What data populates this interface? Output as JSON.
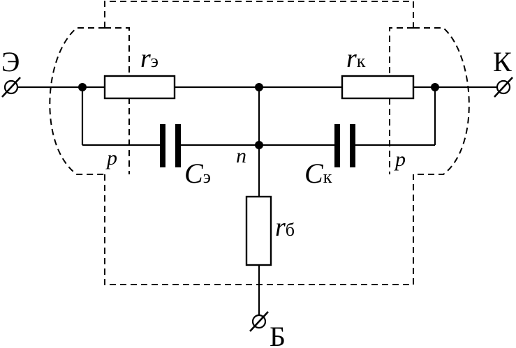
{
  "terminals": {
    "emitter": "Э",
    "collector": "К",
    "base": "Б"
  },
  "resistors": {
    "emitter": {
      "symbol": "r",
      "subscript": "э"
    },
    "collector": {
      "symbol": "r",
      "subscript": "к"
    },
    "base": {
      "symbol": "r",
      "subscript": "б"
    }
  },
  "capacitors": {
    "emitter": {
      "symbol": "C",
      "subscript": "э"
    },
    "collector": {
      "symbol": "C",
      "subscript": "к"
    }
  },
  "regions": {
    "left_p": "p",
    "middle_n": "n",
    "right_p": "p"
  }
}
